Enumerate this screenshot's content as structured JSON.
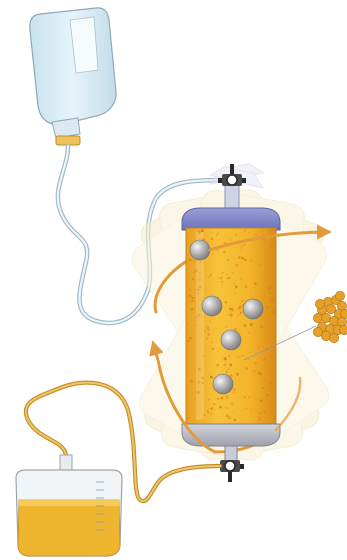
{
  "diagram": {
    "colors": {
      "background": "#ffffff",
      "bottle_liquid": "#d5eaf5",
      "bottle_outline": "#8fa9b8",
      "cap": "#f0c25a",
      "tube_feed": "#b9d2df",
      "tube_outlet": "#d4a02f",
      "cylinder_fill": "#f3b52b",
      "cylinder_speckle": "#d97c14",
      "cylinder_top_cap": "#7f86c4",
      "cylinder_bottom_cap": "#b6b9c4",
      "ghost": "#f6e7b8",
      "rotation_arrow": "#e39a3a",
      "bead": "#a9a9a9",
      "collection_liquid": "#efb52e",
      "cluster": "#e6a12a",
      "valve": "#3a3a3a"
    },
    "elements": {
      "feed_bottle": "inverted-bottle",
      "feed_tube": "feed-tubing",
      "bioreactor": "rotating-cylinder",
      "beads_count": 5,
      "rotation_arrows": 2,
      "collection_bag": "collection-bag",
      "cell_cluster": "cell-aggregate"
    }
  }
}
